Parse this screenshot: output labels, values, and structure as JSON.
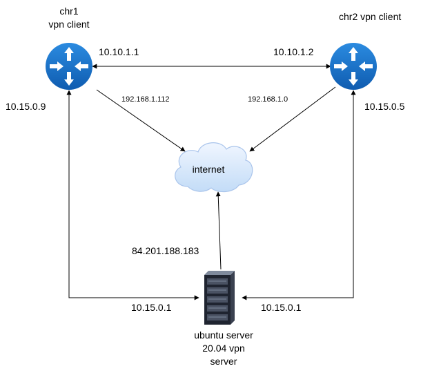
{
  "nodes": {
    "chr1": {
      "name": "chr1",
      "role": "vpn client",
      "icon": "router-icon"
    },
    "chr2": {
      "name": "chr2 vpn client",
      "icon": "router-icon"
    },
    "cloud": {
      "label": "internet",
      "icon": "cloud-icon"
    },
    "server": {
      "label_line1": "ubuntu server",
      "label_line2": "20.04 vpn",
      "label_line3": "server",
      "icon": "server-rack-icon"
    }
  },
  "links": {
    "chr1_chr2_left": "10.10.1.1",
    "chr1_chr2_right": "10.10.1.2",
    "chr1_internet": "192.168.1.112",
    "chr2_internet": "192.168.1.0",
    "server_internet": "84.201.188.183",
    "chr1_tunnel": "10.15.0.9",
    "chr2_tunnel": "10.15.0.5",
    "server_tunnel_left": "10.15.0.1",
    "server_tunnel_right": "10.15.0.1"
  },
  "colors": {
    "router_fill": "#1a6fc9",
    "router_arrow": "#ffffff",
    "cloud_fill": "#dae8fc",
    "cloud_stroke": "#a9c4eb",
    "server_dark": "#1f2430",
    "server_mid": "#3a4150",
    "server_light": "#7f8a9c",
    "line": "#000000"
  }
}
